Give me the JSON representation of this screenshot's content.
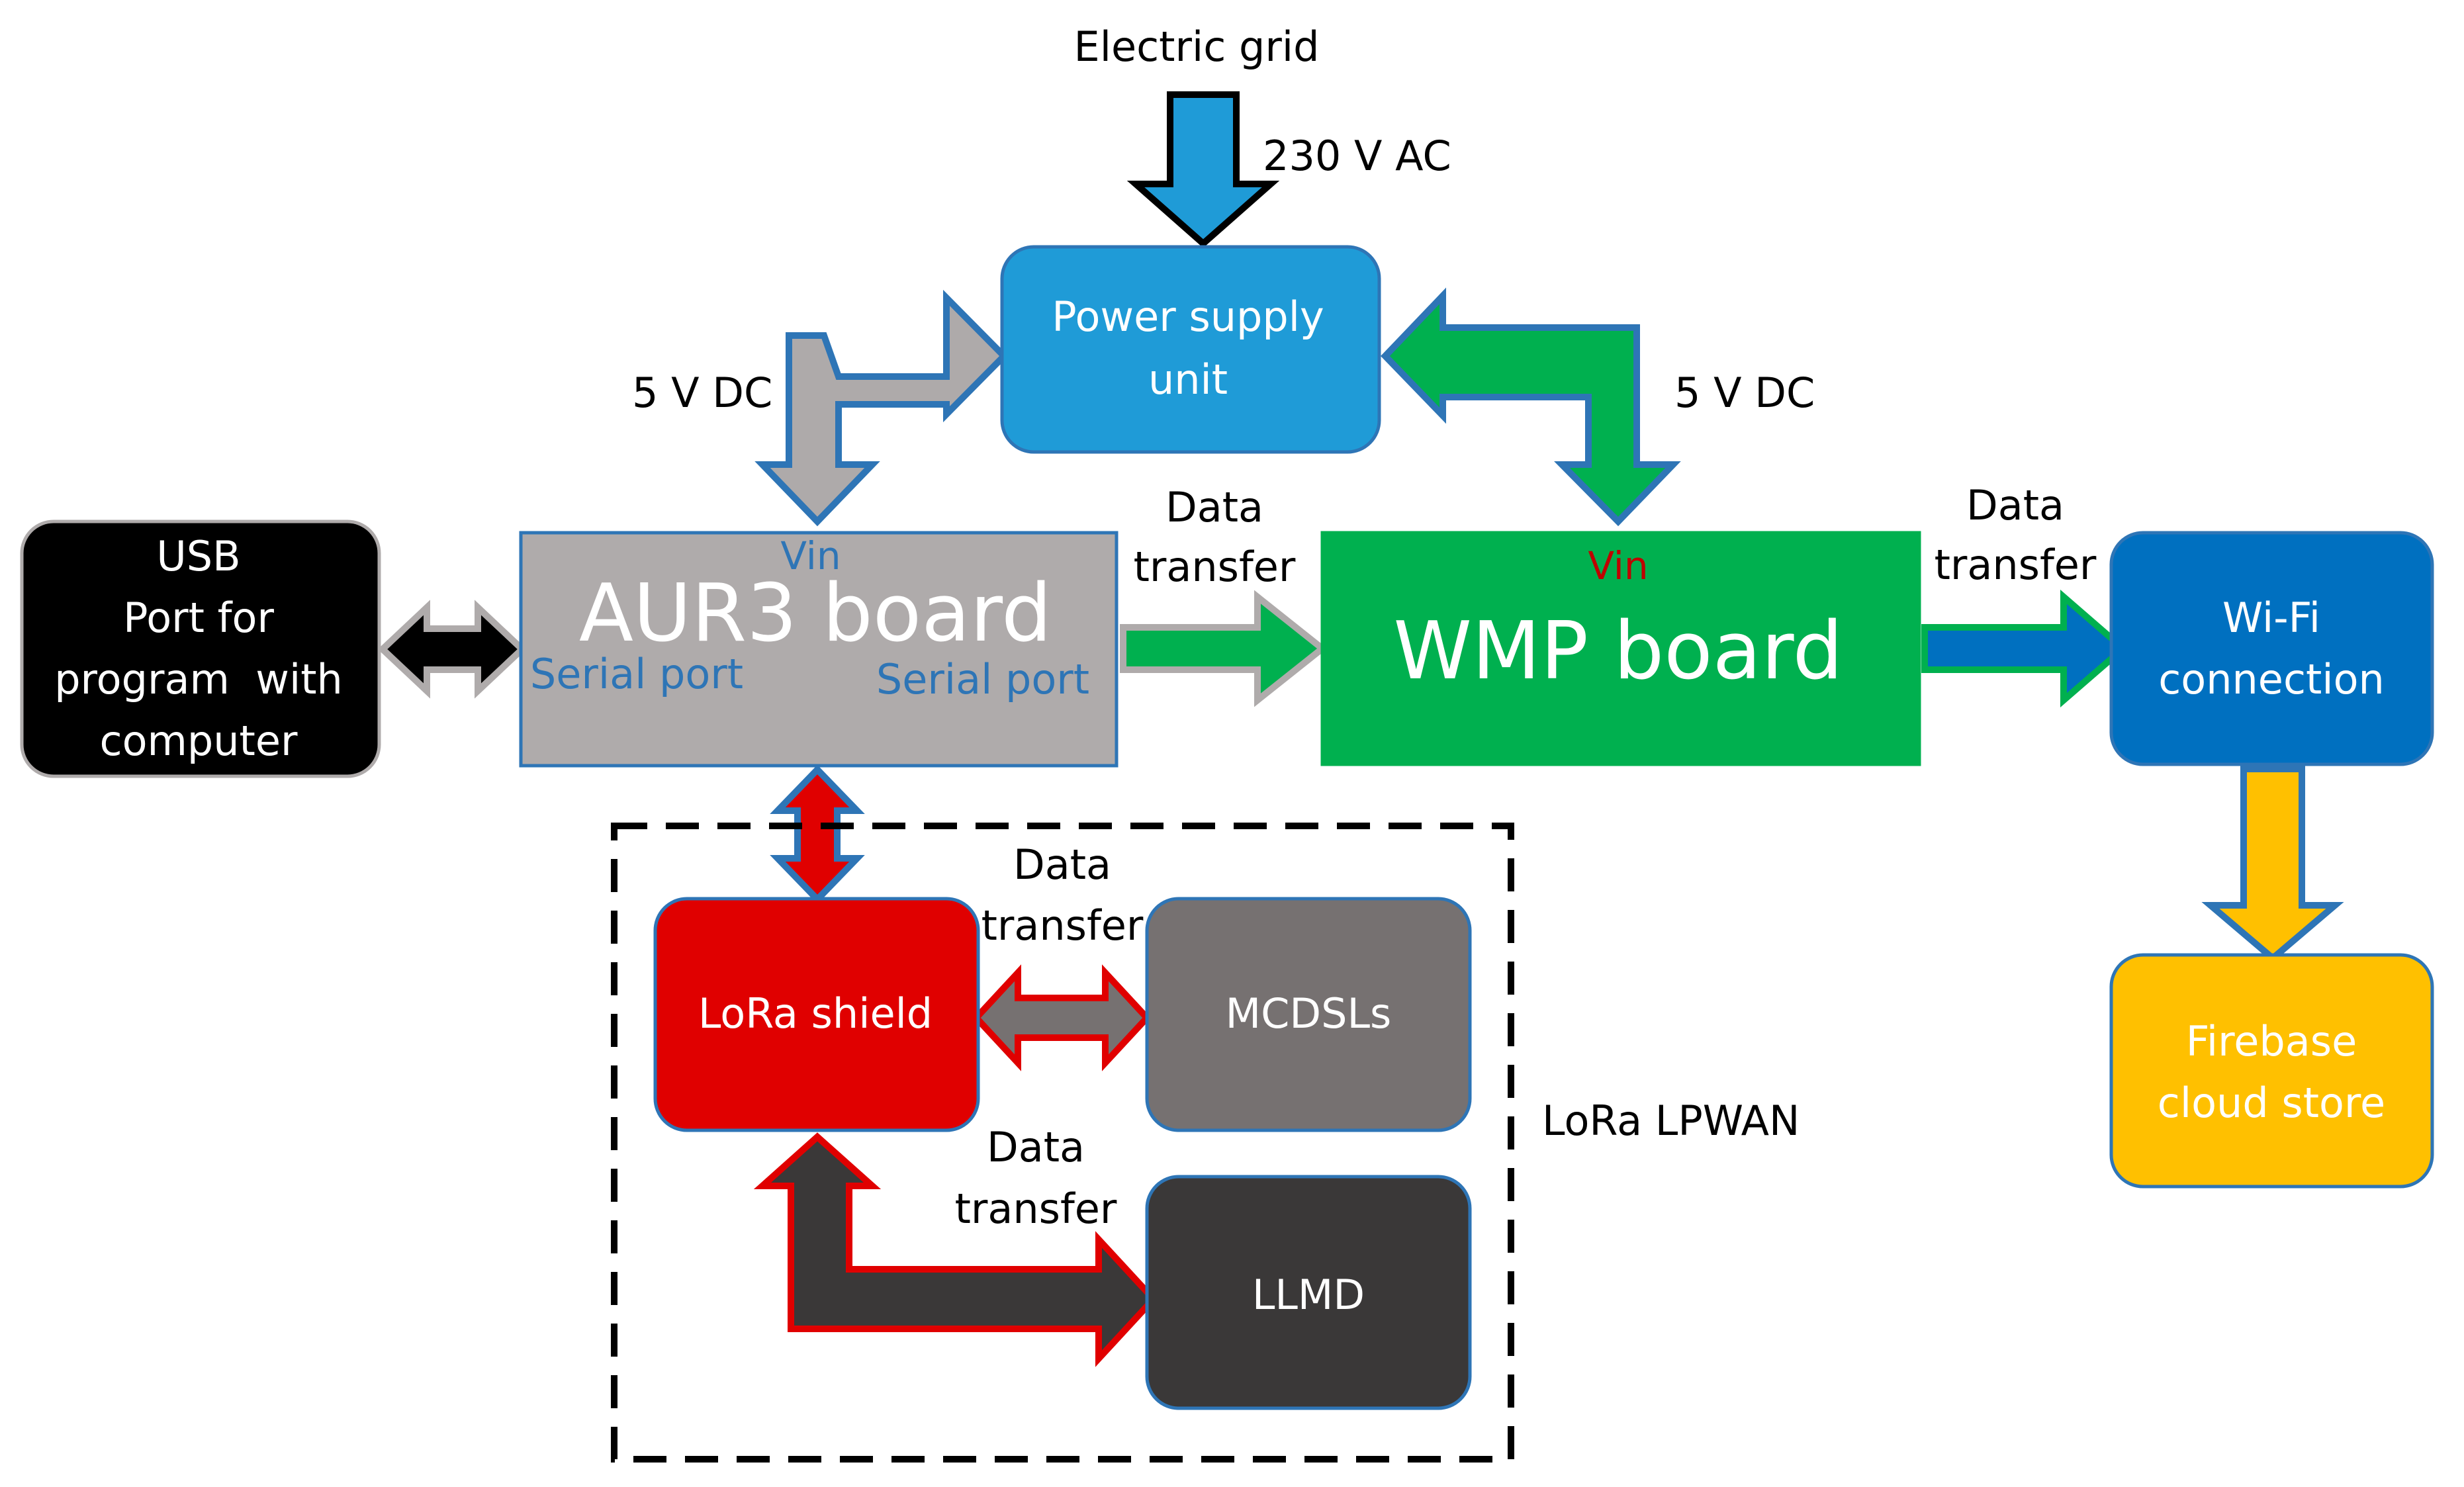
{
  "labels": {
    "electric_grid": "Electric grid",
    "ac_voltage": "230 V AC",
    "dc_left": "5 V DC",
    "dc_right": "5 V DC",
    "data_transfer_1": [
      "Data",
      "transfer"
    ],
    "data_transfer_2": [
      "Data",
      "transfer"
    ],
    "data_transfer_3": [
      "Data",
      "transfer"
    ],
    "data_transfer_4": [
      "Data",
      "transfer"
    ],
    "lora_lpwan": "LoRa LPWAN"
  },
  "blocks": {
    "power_supply": [
      "Power supply",
      "unit"
    ],
    "usb": [
      "USB",
      "Port for",
      "program  with",
      "computer"
    ],
    "aur3": {
      "title": "AUR3 board",
      "vin": "Vin",
      "serial_left": "Serial port",
      "serial_right": "Serial port"
    },
    "wmp": {
      "title": "WMP board",
      "vin": "Vin"
    },
    "wifi": [
      "Wi-Fi",
      "connection"
    ],
    "firebase": [
      "Firebase",
      "cloud store"
    ],
    "lora_shield": "LoRa shield",
    "mcdsls": "MCDSLs",
    "llmd": "LLMD"
  },
  "colors": {
    "power_supply": "#1f9bd7",
    "usb": "#000000",
    "aur3": "#afabab",
    "wmp": "#00b04f",
    "wifi": "#0070c0",
    "firebase": "#ffc000",
    "lora_shield": "#e00000",
    "mcdsls": "#767171",
    "llmd": "#3a3838",
    "blue_accent": "#2e75b6",
    "red_accent": "#c00000"
  }
}
